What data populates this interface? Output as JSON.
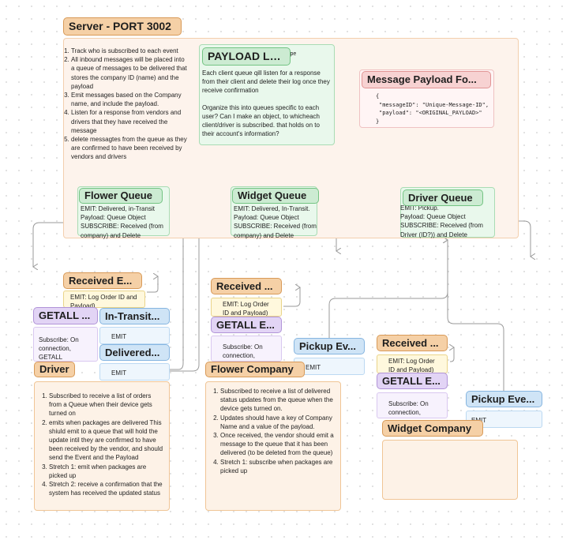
{
  "server": {
    "title": "Server - PORT 3002",
    "steps": [
      "Track who is subscribed to each event",
      "All inbound messages will be placed into a queue of messages to be delivered that stores the company ID (name) and the payload",
      "Emit messages based on the Company name, and include the payload.",
      "Listen for a response from vendors and drivers that they have received the message",
      "delete messagtes from the queue as they are confirmed to have been received by vendors and drivers"
    ]
  },
  "payload_log": {
    "title": "PAYLOAD LOG",
    "overflow_text": "ype",
    "para1": "Each client queue qill listen for a response from their client and delete their log once they receive confirmation",
    "para2": "Organize this into queues specific to each user? Can I make an object, to whicheach client/driver is subscribed. that holds on to their account's information?"
  },
  "message_format": {
    "title": "Message Payload Fo...",
    "lines": [
      "{",
      "\"messageID\": \"Unique-Message-ID\",",
      "\"payload\": \"<ORIGINAL_PAYLOAD>\"",
      "}"
    ]
  },
  "queues": {
    "flower": {
      "title": "Flower Queue",
      "lines": [
        "EMIT: Delivered, in-Transit",
        "Payload: Queue Object",
        "SUBSCRIBE: Received (from company) and Delete"
      ]
    },
    "widget": {
      "title": "Widget Queue",
      "lines": [
        "EMIT: Delivered, In-Transit.",
        "Payload: Queue Object",
        "SUBSCRIBE: Received (from company) and Delete"
      ]
    },
    "driver": {
      "title": "Driver Queue",
      "lines": [
        "EMIT: Pickup.",
        "Payload: Queue Object",
        "SUBSCRIBE: Received (from Driver (ID?)) and Delete"
      ]
    }
  },
  "driver": {
    "title": "Driver",
    "received": {
      "title": "Received E...",
      "body": "EMIT: Log Order ID and Payload)"
    },
    "getall": {
      "title": "GETALL ...",
      "body": "Subscribe: On connection, GETALL"
    },
    "in_transit": {
      "title": "In-Transit...",
      "body": "EMIT"
    },
    "delivered": {
      "title": "Delivered...",
      "body": "EMIT"
    },
    "steps": [
      "Subscribed to receive a list of orders from a Queue when their device gets turned on",
      "emits when packages are delivered This shiuld emit to a queue that will hold the update intil they are confirmed to have been received by the vendor, and should send the Event and the Payload",
      "Stretch 1: emit when packages are picked up",
      "Stretch 2: receive a confirmation that the system has received the updated status"
    ]
  },
  "flower_company": {
    "title": "Flower Company",
    "received": {
      "title": "Received ...",
      "body": "EMIT: Log Order ID and Payload)"
    },
    "getall": {
      "title": "GETALL E...",
      "body": "Subscribe: On connection, GETALL"
    },
    "pickup": {
      "title": "Pickup Ev...",
      "body": "EMIT"
    },
    "steps": [
      "Subscribed to receive a list of delivered status updates from the queue when the device gets turned on.",
      "Updates should have a key of Company Name and a value of the payload.",
      "Once received, the vendor should emit a message to the queue that it has been delivered (to be deleted from the queue)",
      "Stretch 1: subscribe when packages are picked up"
    ]
  },
  "widget_company": {
    "title": "Widget Company",
    "received": {
      "title": "Received ...",
      "body": "EMIT: Log Order ID and Payload)"
    },
    "getall": {
      "title": "GETALL E...",
      "body": "Subscribe: On connection, GETALL"
    },
    "pickup": {
      "title": "Pickup Eve...",
      "body": "EMIT"
    }
  },
  "colors": {
    "orange_header": "#f5d0a6",
    "green_header": "#ccebd2",
    "red_header": "#f7d2d2",
    "purple_header": "#e2d4f5",
    "blue_header": "#cfe4f6",
    "yellow_header": "#f6d67c",
    "connector": "#9a9a9a"
  }
}
